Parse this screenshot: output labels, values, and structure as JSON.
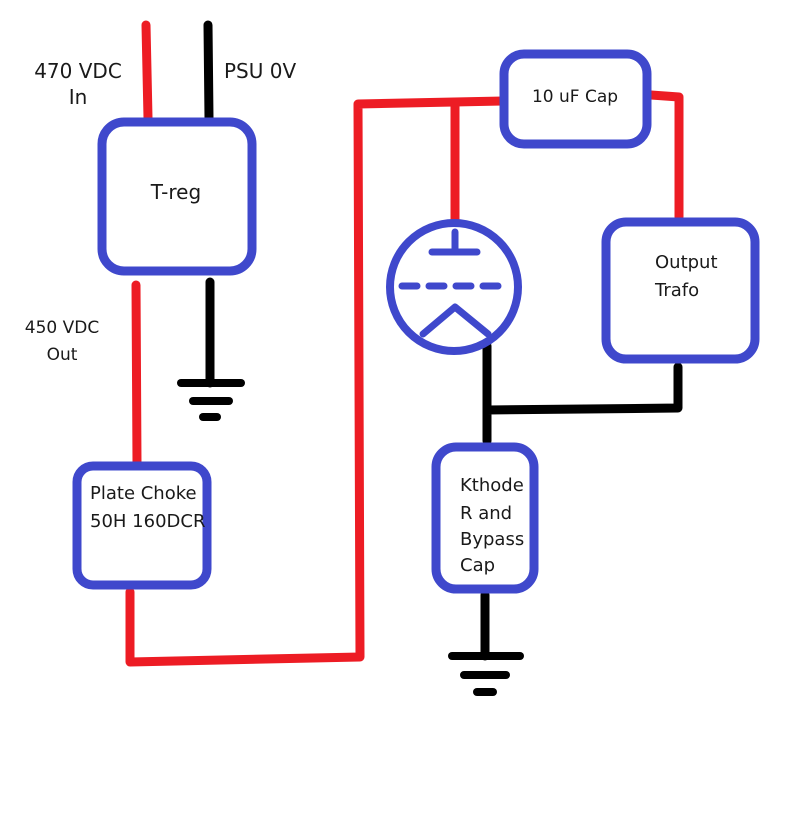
{
  "colors": {
    "block_border": "#3f48cc",
    "supply_wire": "#ed1c24",
    "ground_wire": "#000000"
  },
  "labels": {
    "input_voltage": {
      "line1": "470 VDC",
      "line2": "In"
    },
    "psu_zero": "PSU 0V",
    "output_voltage": {
      "line1": "450 VDC",
      "line2": "Out"
    }
  },
  "blocks": {
    "treg": {
      "label": "T-reg"
    },
    "plate_choke": {
      "line1": "Plate Choke",
      "line2": "50H 160DCR"
    },
    "coupling_cap": {
      "label": "10 uF Cap"
    },
    "output_trafo": {
      "line1": "Output",
      "line2": "Trafo"
    },
    "cathode": {
      "line1": "Kthode",
      "line2": "R and",
      "line3": "Bypass",
      "line4": "Cap"
    }
  },
  "icons": {
    "tube": "triode-tube-icon",
    "ground": "ground-symbol-icon"
  }
}
